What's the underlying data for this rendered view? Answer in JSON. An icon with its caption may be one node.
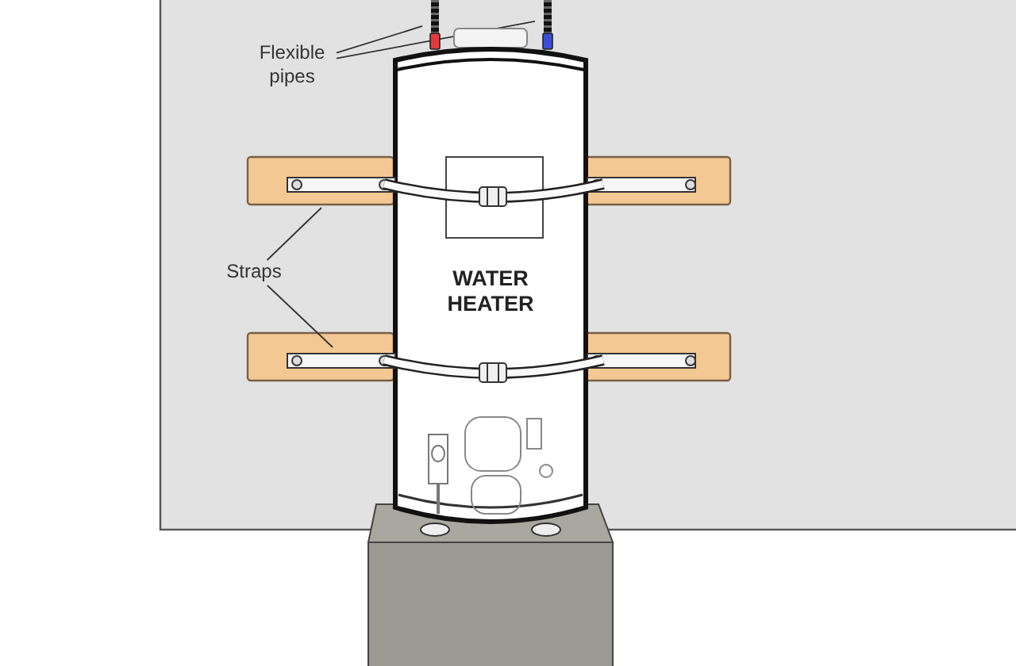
{
  "diagram": {
    "nodes": [
      {
        "text": [
          "Flexible pipes"
        ]
      },
      {
        "text": [],
        "shape": "bar"
      },
      {
        "text": [],
        "shape": "bar"
      },
      {
        "text": [
          "WATER HEATER"
        ]
      },
      {
        "text": [
          "Straps"
        ]
      },
      {
        "text": [],
        "shape": "bar"
      },
      {
        "text": [],
        "shape": "bar"
      }
    ],
    "edges": [
      {
        "from": 0,
        "to": 1,
        "arrow": "none"
      },
      {
        "from": 0,
        "to": 2,
        "arrow": "none"
      },
      {
        "from": 4,
        "to": 5,
        "arrow": "none"
      },
      {
        "from": 4,
        "to": 6,
        "arrow": "none"
      }
    ]
  }
}
